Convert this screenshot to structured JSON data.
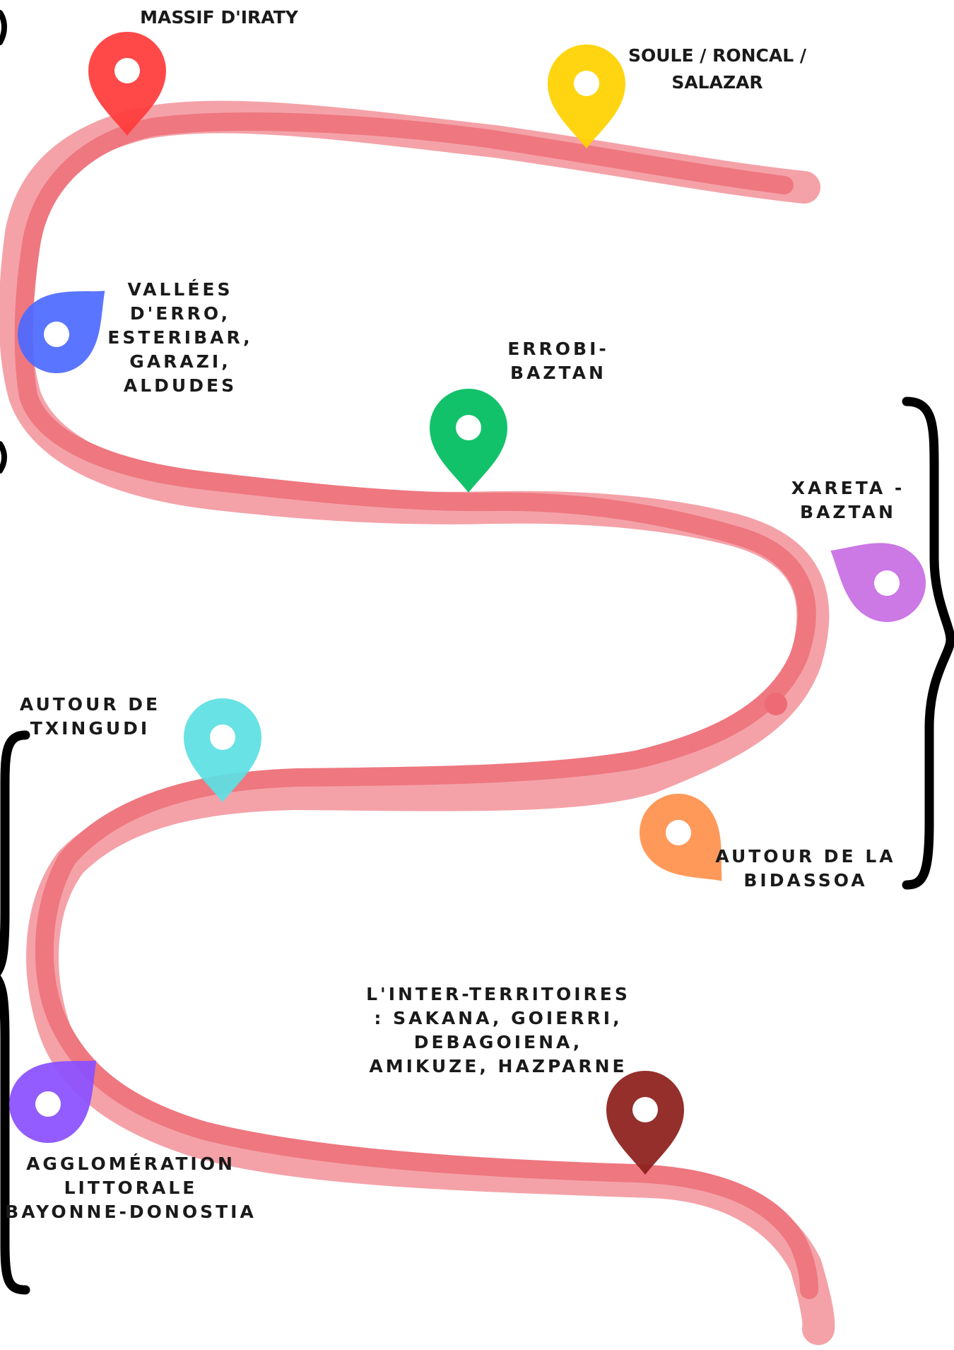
{
  "colors": {
    "route": "#ee7780",
    "route_halo": "#f4a2a8",
    "brace": "#000000",
    "text": "#1a1a1a"
  },
  "markers": [
    {
      "id": "massif-iraty",
      "icon": "map-pin-icon",
      "color": "#ff3b3b",
      "lines": [
        "MASSIF D'IRATY"
      ]
    },
    {
      "id": "soule-roncal-salazar",
      "icon": "map-pin-icon",
      "color": "#ffd200",
      "lines": [
        "SOULE / RONCAL /",
        "SALAZAR"
      ]
    },
    {
      "id": "vallees-erro",
      "icon": "map-pin-icon",
      "color": "#4d6bff",
      "lines": [
        "VALLÉES",
        "D'ERRO,",
        "ESTERIBAR,",
        "GARAZI,",
        "ALDUDES"
      ]
    },
    {
      "id": "errobi-baztan",
      "icon": "map-pin-icon",
      "color": "#00bd5f",
      "lines": [
        "ERROBI-",
        "BAZTAN"
      ]
    },
    {
      "id": "xareta-baztan",
      "icon": "map-pin-icon",
      "color": "#c86ee3",
      "lines": [
        "XARETA -",
        "BAZTAN"
      ]
    },
    {
      "id": "autour-txingudi",
      "icon": "map-pin-icon",
      "color": "#5ce0e3",
      "lines": [
        "AUTOUR DE",
        "TXINGUDI"
      ]
    },
    {
      "id": "autour-bidassoa",
      "icon": "map-pin-icon",
      "color": "#ff914d",
      "lines": [
        "AUTOUR DE LA",
        "BIDASSOA"
      ]
    },
    {
      "id": "inter-territoires",
      "icon": "map-pin-icon",
      "color": "#8c1f1b",
      "lines": [
        "L'INTER-TERRITOIRES",
        ": SAKANA, GOIERRI,",
        "DEBAGOIENA,",
        "AMIKUZE, HAZPARNE"
      ]
    },
    {
      "id": "agglomeration",
      "icon": "map-pin-icon",
      "color": "#8a50ff",
      "lines": [
        "AGGLOMÉRATION",
        "LITTORALE",
        "BAYONNE-DONOSTIA"
      ]
    }
  ]
}
